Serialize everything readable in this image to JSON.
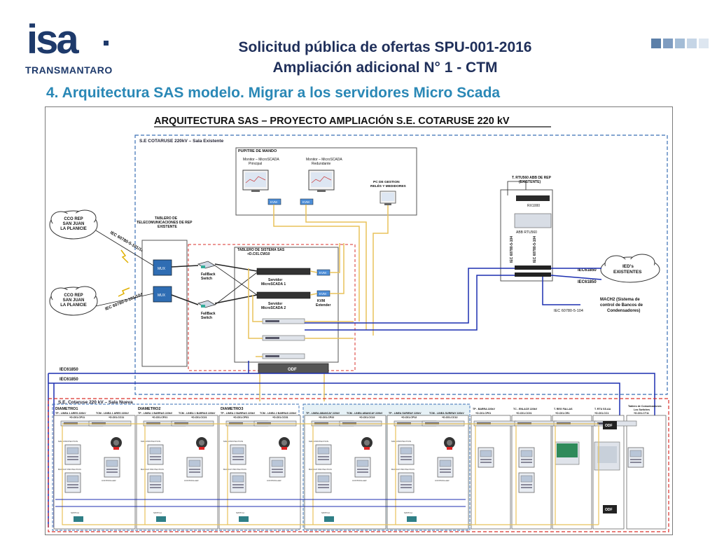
{
  "header": {
    "logo_text": "isa",
    "logo_sub": "TRANSMANTARO",
    "title_line1": "Solicitud pública de ofertas SPU-001-2016",
    "title_line2": "Ampliación adicional N° 1 - CTM",
    "subtitle": "4. Arquitectura SAS modelo. Migrar a los servidores Micro Scada"
  },
  "diagram": {
    "title": "ARQUITECTURA SAS – PROYECTO AMPLIACIÓN S.E. COTARUSE 220 kV",
    "sala_existente": "S.E COTARUSE 220kV – Sala Existente",
    "sala_nueva": "S.E. Cotaruse 220 kV – Sala Nueva",
    "pupitre": "PUPITRE DE MANDO",
    "monitor_principal": [
      "Monitor – MicroSCADA",
      "Principal"
    ],
    "monitor_redundante": [
      "Monitor – MicroSCADA",
      "Redundante"
    ],
    "kvm": "KVM",
    "pc_gestion": [
      "PC DE GESTION",
      "RELÉS Y MEDIDORES"
    ],
    "rtu_title": [
      "T. RTU560 ABB DE REP",
      "(EXISTENTE)"
    ],
    "rx1000": "RX1000",
    "abb_rtu560": "ABB RTU560",
    "iec_104_a": "IEC 60780-5-104",
    "iec_104_b": "IEC 60780-5-104",
    "cco_1": [
      "CCO REP",
      "SAN JUAN",
      "LA PLANICIE"
    ],
    "cco_2": [
      "CCO REP",
      "SAN JUAN",
      "LA PLANICIE"
    ],
    "iec_link_1": "IEC 60780-5-101/104",
    "iec_link_2": "IEC 60780-5-101/104",
    "tablero_telecom": [
      "TABLERO DE",
      "TELECOMUNICACIONES DE REP",
      "EXISTENTE"
    ],
    "mux": "MUX",
    "fallback_switch": [
      "FallBack",
      "Switch"
    ],
    "tablero_sas": [
      "TABLERO DE SISTEMA SAS",
      "+D.C01.CW10"
    ],
    "servidor_1": [
      "Servidor",
      "MicroSCADA 1"
    ],
    "servidor_2": [
      "Servidor",
      "MicroSCADA 2"
    ],
    "kvm_extender": [
      "KVM",
      "Extender"
    ],
    "odf": "ODF",
    "iec61850": "IEC61850",
    "ieds_existentes": [
      "IED's",
      "EXISTENTES"
    ],
    "mach2": [
      "MACH2 (Sistema de",
      "control de Bancos de",
      "Condensadores)"
    ],
    "iec_104_mach2": "IEC 60780-5-104",
    "diametro1": "DIAMETRO1",
    "diametro2": "DIAMETRO2",
    "diametro3": "DIAMETRO3",
    "tp_linea_1": "TP - LINEA 1 ARES 220kV",
    "tp_linea_1_code": "+D.C01.CP11",
    "tcm_linea_1": "TCM - LINEA 1 ARES 220kV",
    "tcm_linea_1_code": "+D.C01.CC11",
    "tp_barras_2": "TP - LINEA 1 BARRAS 220kV",
    "tp_barras_2_code": "+D.C01.CP21",
    "tcm_barras_2": "TCM - LINEA 1 BARRAS 220kV",
    "tcm_barras_2_code": "+D.C01.CC21",
    "tp_barras_3": "TP - LINEA 2 BARRAS 220kV",
    "tp_barras_3_code": "+D.C01.CP31",
    "tcm_barras_3": "TCM - LINEA 2 BARRAS 220kV",
    "tcm_barras_3_code": "+D.C01.CC31",
    "tp_abancay": "TP - LINEA ABANCAY 220kV",
    "tp_abancay_code": "+D.C01.CP22",
    "tcm_abancay": "TCM - LINEA ABANCAY 220kV",
    "tcm_abancay_code": "+D.C01.CC22",
    "tp_suriray": "TP - LINEA SURIRAY 220kV",
    "tp_suriray_code": "+D.C01.CP12",
    "tcm_suriray": "TCM - LINEA SURIRAY 220kV",
    "tcm_suriray_code": "+D.C01.CC12",
    "tp_barra": "TP - BARRA 220kV",
    "tp_barra_code": "+D.C01.CP01",
    "tc_enlace": "TC - ENLACE 220kV",
    "tc_enlace_code": "+D.C01.CC01",
    "t_reg_fallas": "T. REG FALLAS",
    "t_reg_fallas_code": "+D.C01.CR1",
    "t_rtu_ss": "T. RTU SS.AA",
    "t_rtu_ss_code": "+D.C01.CC1",
    "tablero_com": [
      "Tablero de Comunicaciones",
      "Los Switches",
      "+D.C01.CT11"
    ],
    "ied_labels": [
      "MAIN PROTECTION",
      "BACKUP PROTECTION",
      "CONTROLLER",
      "SWITCH"
    ],
    "colors": {
      "blue_link": "#1c2fb0",
      "yellow_link": "#e8c25a",
      "black_link": "#222222",
      "red_frame": "#d9302b",
      "blue_frame": "#3a6fb5",
      "navy": "#1e3a6b",
      "title_blue": "#2a88b6"
    }
  }
}
